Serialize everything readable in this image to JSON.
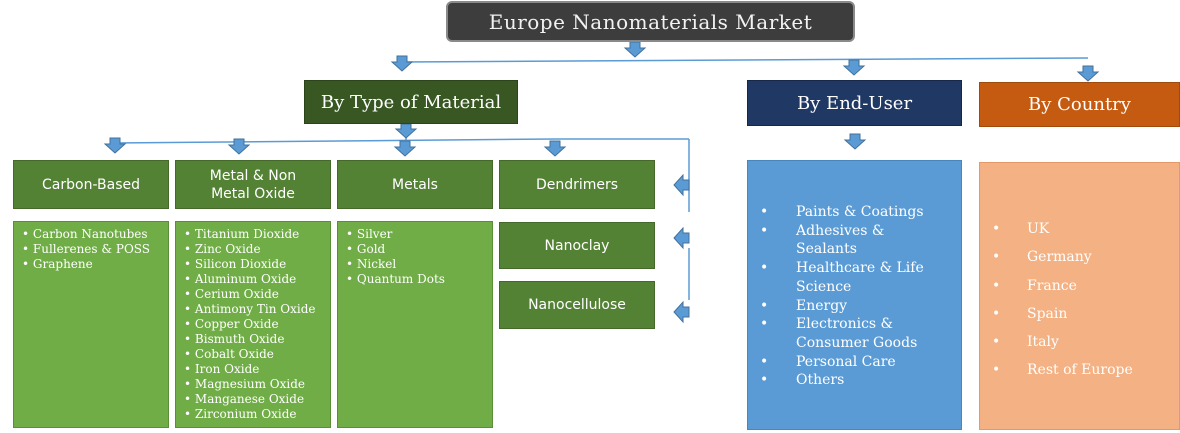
{
  "title": "Europe Nanomaterials Market",
  "type_of_material": {
    "label": "By Type of Material",
    "categories": [
      {
        "label": "Carbon-Based",
        "items": [
          "Carbon Nanotubes",
          "Fullerenes & POSS",
          "Graphene"
        ]
      },
      {
        "label": "Metal & Non Metal Oxide",
        "items": [
          "Titanium Dioxide",
          "Zinc Oxide",
          "Silicon Dioxide",
          "Aluminum Oxide",
          "Cerium Oxide",
          "Antimony Tin Oxide",
          "Copper Oxide",
          "Bismuth Oxide",
          "Cobalt Oxide",
          "Iron Oxide",
          "Magnesium Oxide",
          "Manganese Oxide",
          "Zirconium Oxide"
        ]
      },
      {
        "label": "Metals",
        "items": [
          "Silver",
          "Gold",
          "Nickel",
          "Quantum Dots"
        ]
      },
      {
        "label": "Dendrimers"
      },
      {
        "label": "Nanoclay"
      },
      {
        "label": "Nanocellulose"
      }
    ]
  },
  "end_user": {
    "label": "By End-User",
    "items": [
      "Paints & Coatings",
      "Adhesives &",
      "Sealants",
      "Healthcare & Life",
      "Science",
      "Energy",
      "Electronics &",
      "Consumer Goods",
      "Personal Care",
      "Others"
    ]
  },
  "country": {
    "label": "By Country",
    "items": [
      "UK",
      "Germany",
      "France",
      "Spain",
      "Italy",
      "Rest of Europe"
    ]
  },
  "bullet_small": "•",
  "bullet_large": "•",
  "colors": {
    "title_bg": "#3d3d3d",
    "material_header": "#385723",
    "category_header": "#548235",
    "category_list": "#70ad47",
    "end_user_header": "#1f3864",
    "end_user_list": "#5b9bd5",
    "country_header": "#c55a11",
    "country_list": "#f4b183",
    "connector": "#5b9bd5"
  }
}
